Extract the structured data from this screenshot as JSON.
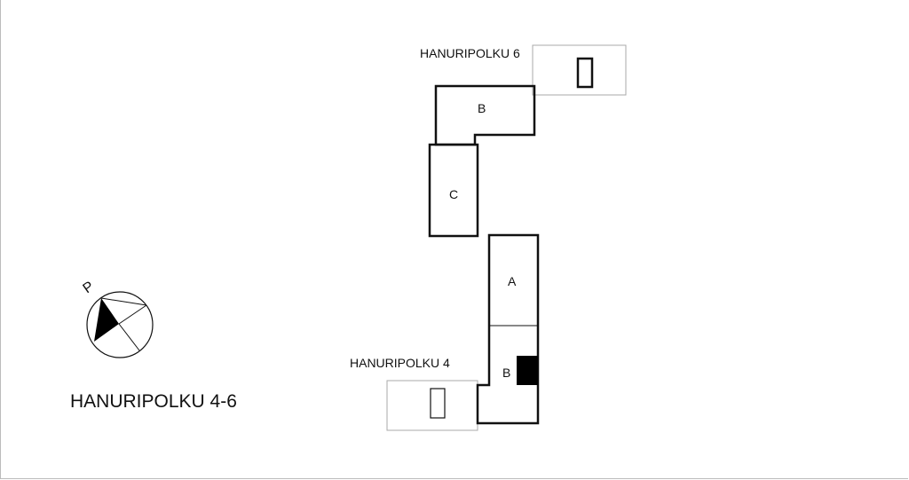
{
  "title": "HANURIPOLKU 4-6",
  "north_label": "P",
  "parking": [
    {
      "label": "HANURIPOLKU 6"
    },
    {
      "label": "HANURIPOLKU 4"
    }
  ],
  "buildings": [
    {
      "label": "B"
    },
    {
      "label": "C"
    },
    {
      "label": "A"
    },
    {
      "label": "B"
    }
  ]
}
